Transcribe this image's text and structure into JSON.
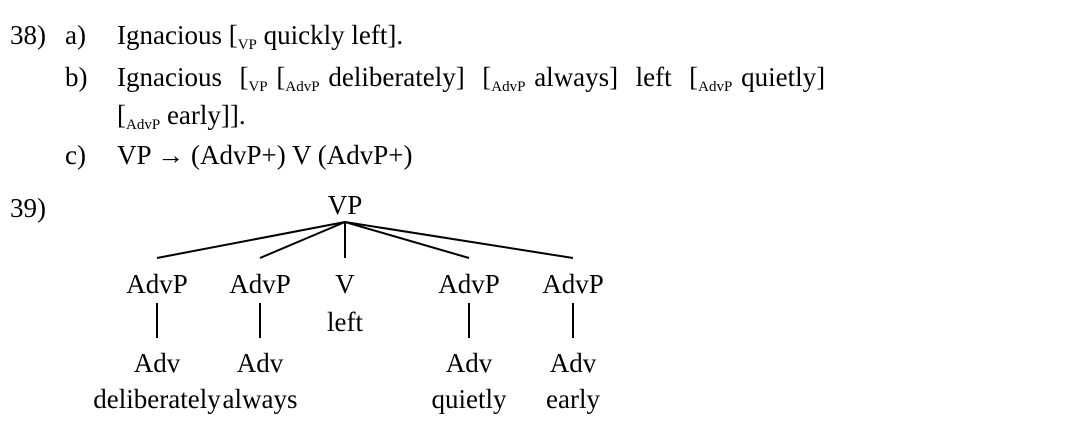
{
  "ex38": {
    "num": "38)",
    "a": {
      "label": "a)",
      "t1": "Ignacious [",
      "s1": "VP",
      "t2": " quickly left]."
    },
    "b": {
      "label": "b)",
      "t1": "Ignacious  [",
      "s1": "VP",
      "t2": " [",
      "s2": "AdvP",
      "t3": " deliberately]  [",
      "s3": "AdvP",
      "t4": " always]  left  [",
      "s4": "AdvP",
      "t5": " quietly]",
      "t6": "[",
      "s5": "AdvP",
      "t7": " early]]."
    },
    "c": {
      "label": "c)",
      "text": "VP → (AdvP+) V (AdvP+)"
    }
  },
  "ex39": {
    "num": "39)",
    "root": "VP",
    "children": [
      {
        "cat": "AdvP",
        "sub": "Adv",
        "word": "deliberately"
      },
      {
        "cat": "AdvP",
        "sub": "Adv",
        "word": "always"
      },
      {
        "cat": "V",
        "word": "left"
      },
      {
        "cat": "AdvP",
        "sub": "Adv",
        "word": "quietly"
      },
      {
        "cat": "AdvP",
        "sub": "Adv",
        "word": "early"
      }
    ]
  }
}
